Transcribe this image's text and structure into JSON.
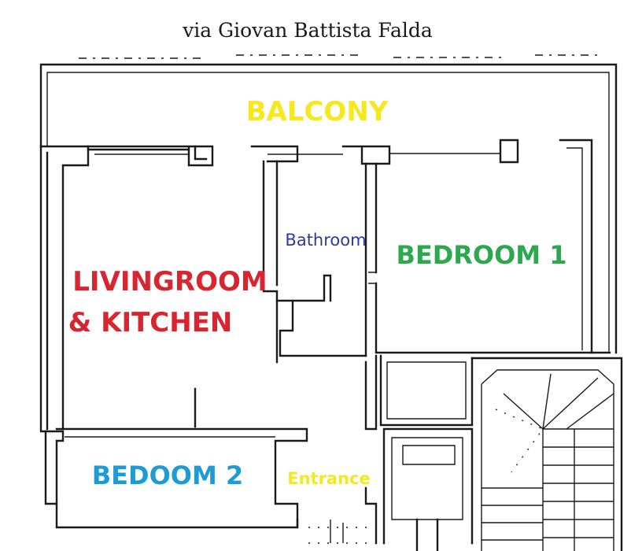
{
  "street_label": "via Giovan Battista Falda",
  "rooms": {
    "balcony": {
      "label": "BALCONY",
      "color": "#f5e81f"
    },
    "living": {
      "line1": "LIVINGROOM",
      "line2": "& KITCHEN",
      "color": "#d7262f"
    },
    "bathroom": {
      "label": "Bathroom",
      "color": "#2b3a9e"
    },
    "bedroom1": {
      "label": "BEDROOM 1",
      "color": "#2ea84f"
    },
    "bedroom2": {
      "label": "BEDOOM 2",
      "color": "#1c9bd7"
    },
    "entrance": {
      "label": "Entrance",
      "color": "#f5e81f"
    }
  }
}
